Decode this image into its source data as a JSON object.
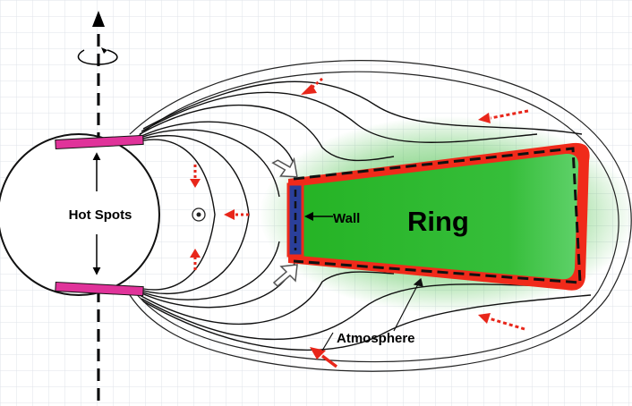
{
  "diagram": {
    "labels": {
      "hot_spots": "Hot Spots",
      "wall": "Wall",
      "ring": "Ring",
      "atmosphere": "Atmosphere"
    },
    "colors": {
      "ring_fill": "#2db52d",
      "ring_border": "#f02a1a",
      "wall_fill": "#2a3f9a",
      "hot_spot": "#e0339a",
      "flow_arrow": "#e8261a",
      "grid": "#dfe3ea",
      "field_line": "#111111"
    },
    "icons": [
      "rotation-arrow-icon",
      "center-dot-icon",
      "outward-arrow-icon"
    ]
  }
}
